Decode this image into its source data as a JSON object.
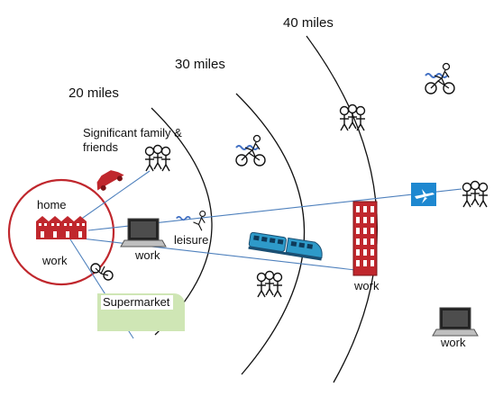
{
  "rings": {
    "r20": "20 miles",
    "r30": "30 miles",
    "r40": "40 miles"
  },
  "labels": {
    "family": [
      "Significant family &",
      "friends"
    ],
    "home": "home",
    "home_work": "work",
    "leisure": "leisure",
    "laptop_work": "work",
    "tower_work": "work",
    "far_work": "work",
    "supermarket": "Supermarket"
  },
  "colors": {
    "home_circle": "#c0272d",
    "houses": "#c0272d",
    "car": "#c0272d",
    "tower": "#c0272d",
    "connector": "#4f81bd",
    "train": "#2e9ac9",
    "plane_tile": "#1e88d0",
    "market_tile": "#cfe6b5",
    "arc": "#111111"
  },
  "icons": [
    "houses-icon",
    "car-icon",
    "people-group-icon",
    "bicycle-rider-icon",
    "laptop-icon",
    "train-icon",
    "office-tower-icon",
    "airplane-icon",
    "leisure-rider-icon"
  ]
}
